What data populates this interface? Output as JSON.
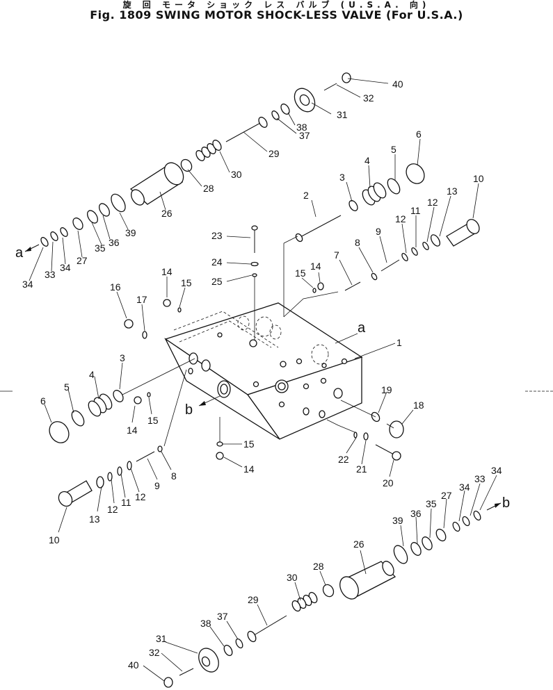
{
  "title": {
    "japanese": "旋 回 モータ ショック レス バルブ (U.S.A. 向)",
    "english": "Fig. 1809 SWING MOTOR SHOCK-LESS VALVE (For U.S.A.)"
  },
  "callouts": {
    "n1": "1",
    "n2": "2",
    "n3": "3",
    "n4": "4",
    "n5": "5",
    "n6": "6",
    "n7": "7",
    "n8": "8",
    "n9": "9",
    "n10": "10",
    "n11": "11",
    "n12": "12",
    "n13": "13",
    "n14": "14",
    "n15": "15",
    "n16": "16",
    "n17": "17",
    "n18": "18",
    "n19": "19",
    "n20": "20",
    "n21": "21",
    "n22": "22",
    "n23": "23",
    "n24": "24",
    "n25": "25",
    "n26": "26",
    "n27": "27",
    "n28": "28",
    "n29": "29",
    "n30": "30",
    "n31": "31",
    "n32": "32",
    "n33": "33",
    "n34": "34",
    "n35": "35",
    "n36": "36",
    "n37": "37",
    "n38": "38",
    "n39": "39",
    "n40": "40",
    "a": "a",
    "b": "b"
  }
}
